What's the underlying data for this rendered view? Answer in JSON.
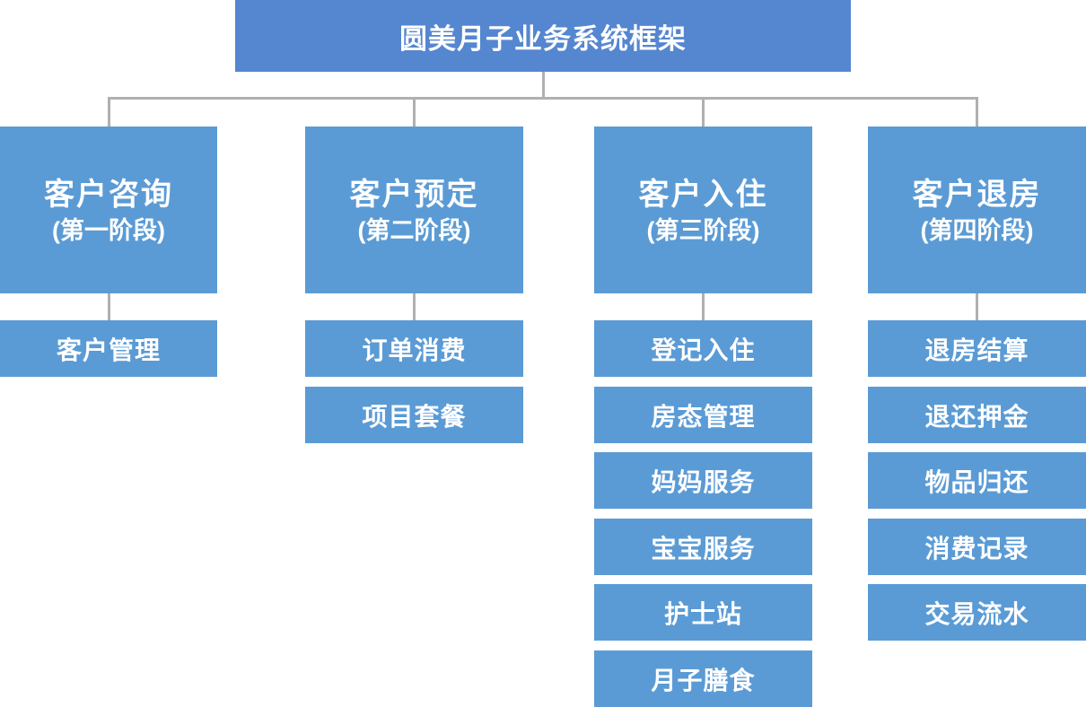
{
  "diagram": {
    "title": "圆美月子业务系统框架",
    "columns": [
      {
        "title": "客户咨询",
        "subtitle": "(第一阶段)",
        "items": [
          "客户管理"
        ]
      },
      {
        "title": "客户预定",
        "subtitle": "(第二阶段)",
        "items": [
          "订单消费",
          "项目套餐"
        ]
      },
      {
        "title": "客户入住",
        "subtitle": "(第三阶段)",
        "items": [
          "登记入住",
          "房态管理",
          "妈妈服务",
          "宝宝服务",
          "护士站",
          "月子膳食"
        ]
      },
      {
        "title": "客户退房",
        "subtitle": "(第四阶段)",
        "items": [
          "退房结算",
          "退还押金",
          "物品归还",
          "消费记录",
          "交易流水"
        ]
      }
    ],
    "colors": {
      "title_box_bg": "#5586D0",
      "stage_box_bg": "#5B9BD5",
      "text": "#FFFFFF",
      "connector": "#B0B0B0"
    }
  }
}
